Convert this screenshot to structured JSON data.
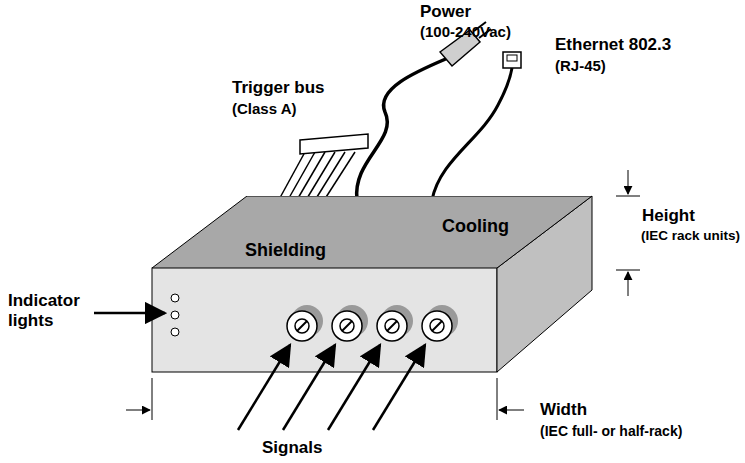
{
  "diagram": {
    "nodes": [
      {
        "text": [
          "Shielding",
          "Cooling"
        ]
      }
    ],
    "labels": [
      "Trigger bus",
      "(Class A)",
      "Power",
      "(100-240Vac)",
      "Ethernet 802.3",
      "(RJ-45)",
      "Height",
      "(IEC rack units)",
      "Indicator lights",
      "Width",
      "(IEC full- or half-rack)",
      "Signals"
    ]
  }
}
